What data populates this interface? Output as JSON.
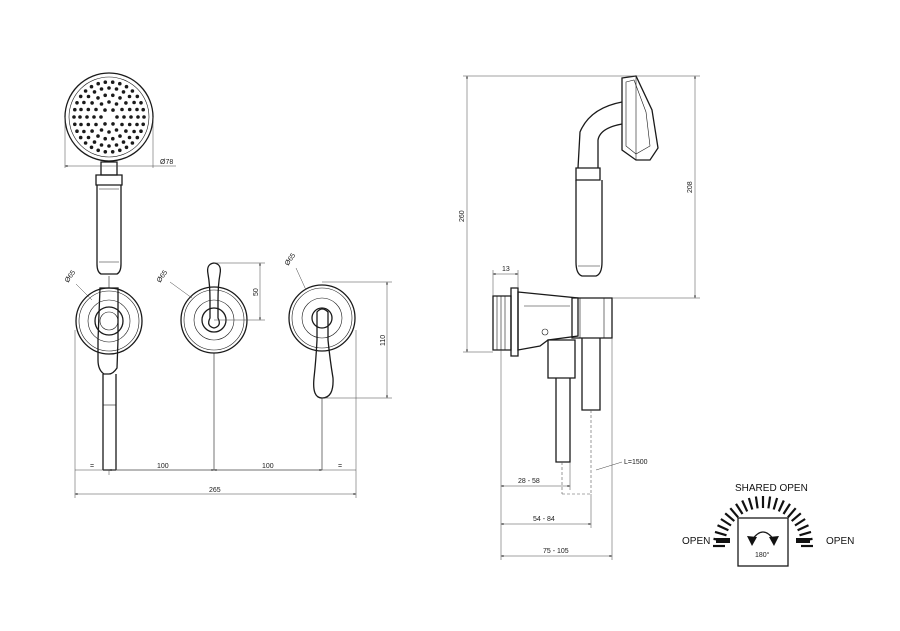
{
  "front_view": {
    "handshower_diameter": "Ø78",
    "escutcheon_left_diameter": "Ø65",
    "escutcheon_center_diameter": "Ø65",
    "escutcheon_right_diameter": "Ø65",
    "lever_height": "50",
    "overall_height": "110",
    "spacing_left": "100",
    "spacing_right": "100",
    "overall_width": "265",
    "edge_mark_left": "=",
    "edge_mark_right": "="
  },
  "side_view": {
    "total_height": "260",
    "handshower_height": "208",
    "flange_depth": "13",
    "hose_length": "L=1500",
    "range_1": "28 - 58",
    "range_2": "54 - 84",
    "range_3": "75 - 105"
  },
  "diverter_legend": {
    "shared_open": "SHARED OPEN",
    "open_left": "OPEN",
    "open_right": "OPEN",
    "rotation": "180°"
  }
}
